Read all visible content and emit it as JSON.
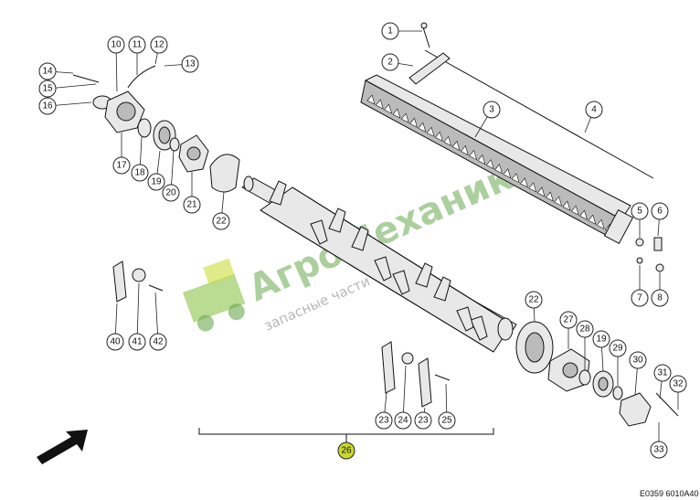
{
  "callouts": [
    {
      "n": "1"
    },
    {
      "n": "2"
    },
    {
      "n": "3"
    },
    {
      "n": "4"
    },
    {
      "n": "5"
    },
    {
      "n": "6"
    },
    {
      "n": "7"
    },
    {
      "n": "8"
    },
    {
      "n": "10"
    },
    {
      "n": "11"
    },
    {
      "n": "12"
    },
    {
      "n": "13"
    },
    {
      "n": "14"
    },
    {
      "n": "15"
    },
    {
      "n": "16"
    },
    {
      "n": "17"
    },
    {
      "n": "18"
    },
    {
      "n": "19"
    },
    {
      "n": "20"
    },
    {
      "n": "21"
    },
    {
      "n": "22"
    },
    {
      "n": "22"
    },
    {
      "n": "23"
    },
    {
      "n": "23"
    },
    {
      "n": "24"
    },
    {
      "n": "25"
    },
    {
      "n": "26"
    },
    {
      "n": "27"
    },
    {
      "n": "28"
    },
    {
      "n": "19"
    },
    {
      "n": "29"
    },
    {
      "n": "30"
    },
    {
      "n": "31"
    },
    {
      "n": "32"
    },
    {
      "n": "33"
    },
    {
      "n": "40"
    },
    {
      "n": "41"
    },
    {
      "n": "42"
    }
  ],
  "highlight_callout": "26",
  "highlight_color": "#c8d82a",
  "watermark": {
    "brand": "АгроМеханик",
    "tagline": "запасные части",
    "color": "#6aa84f"
  },
  "reference_code": "E0359 6010A40"
}
